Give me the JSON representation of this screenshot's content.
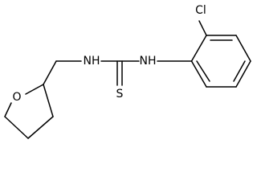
{
  "molecule": {
    "atoms": {
      "cl": "Cl",
      "nh_left": "NH",
      "nh_right": "NH",
      "s": "S",
      "o": "O"
    },
    "bond_color": "#000000",
    "background": "#ffffff"
  }
}
